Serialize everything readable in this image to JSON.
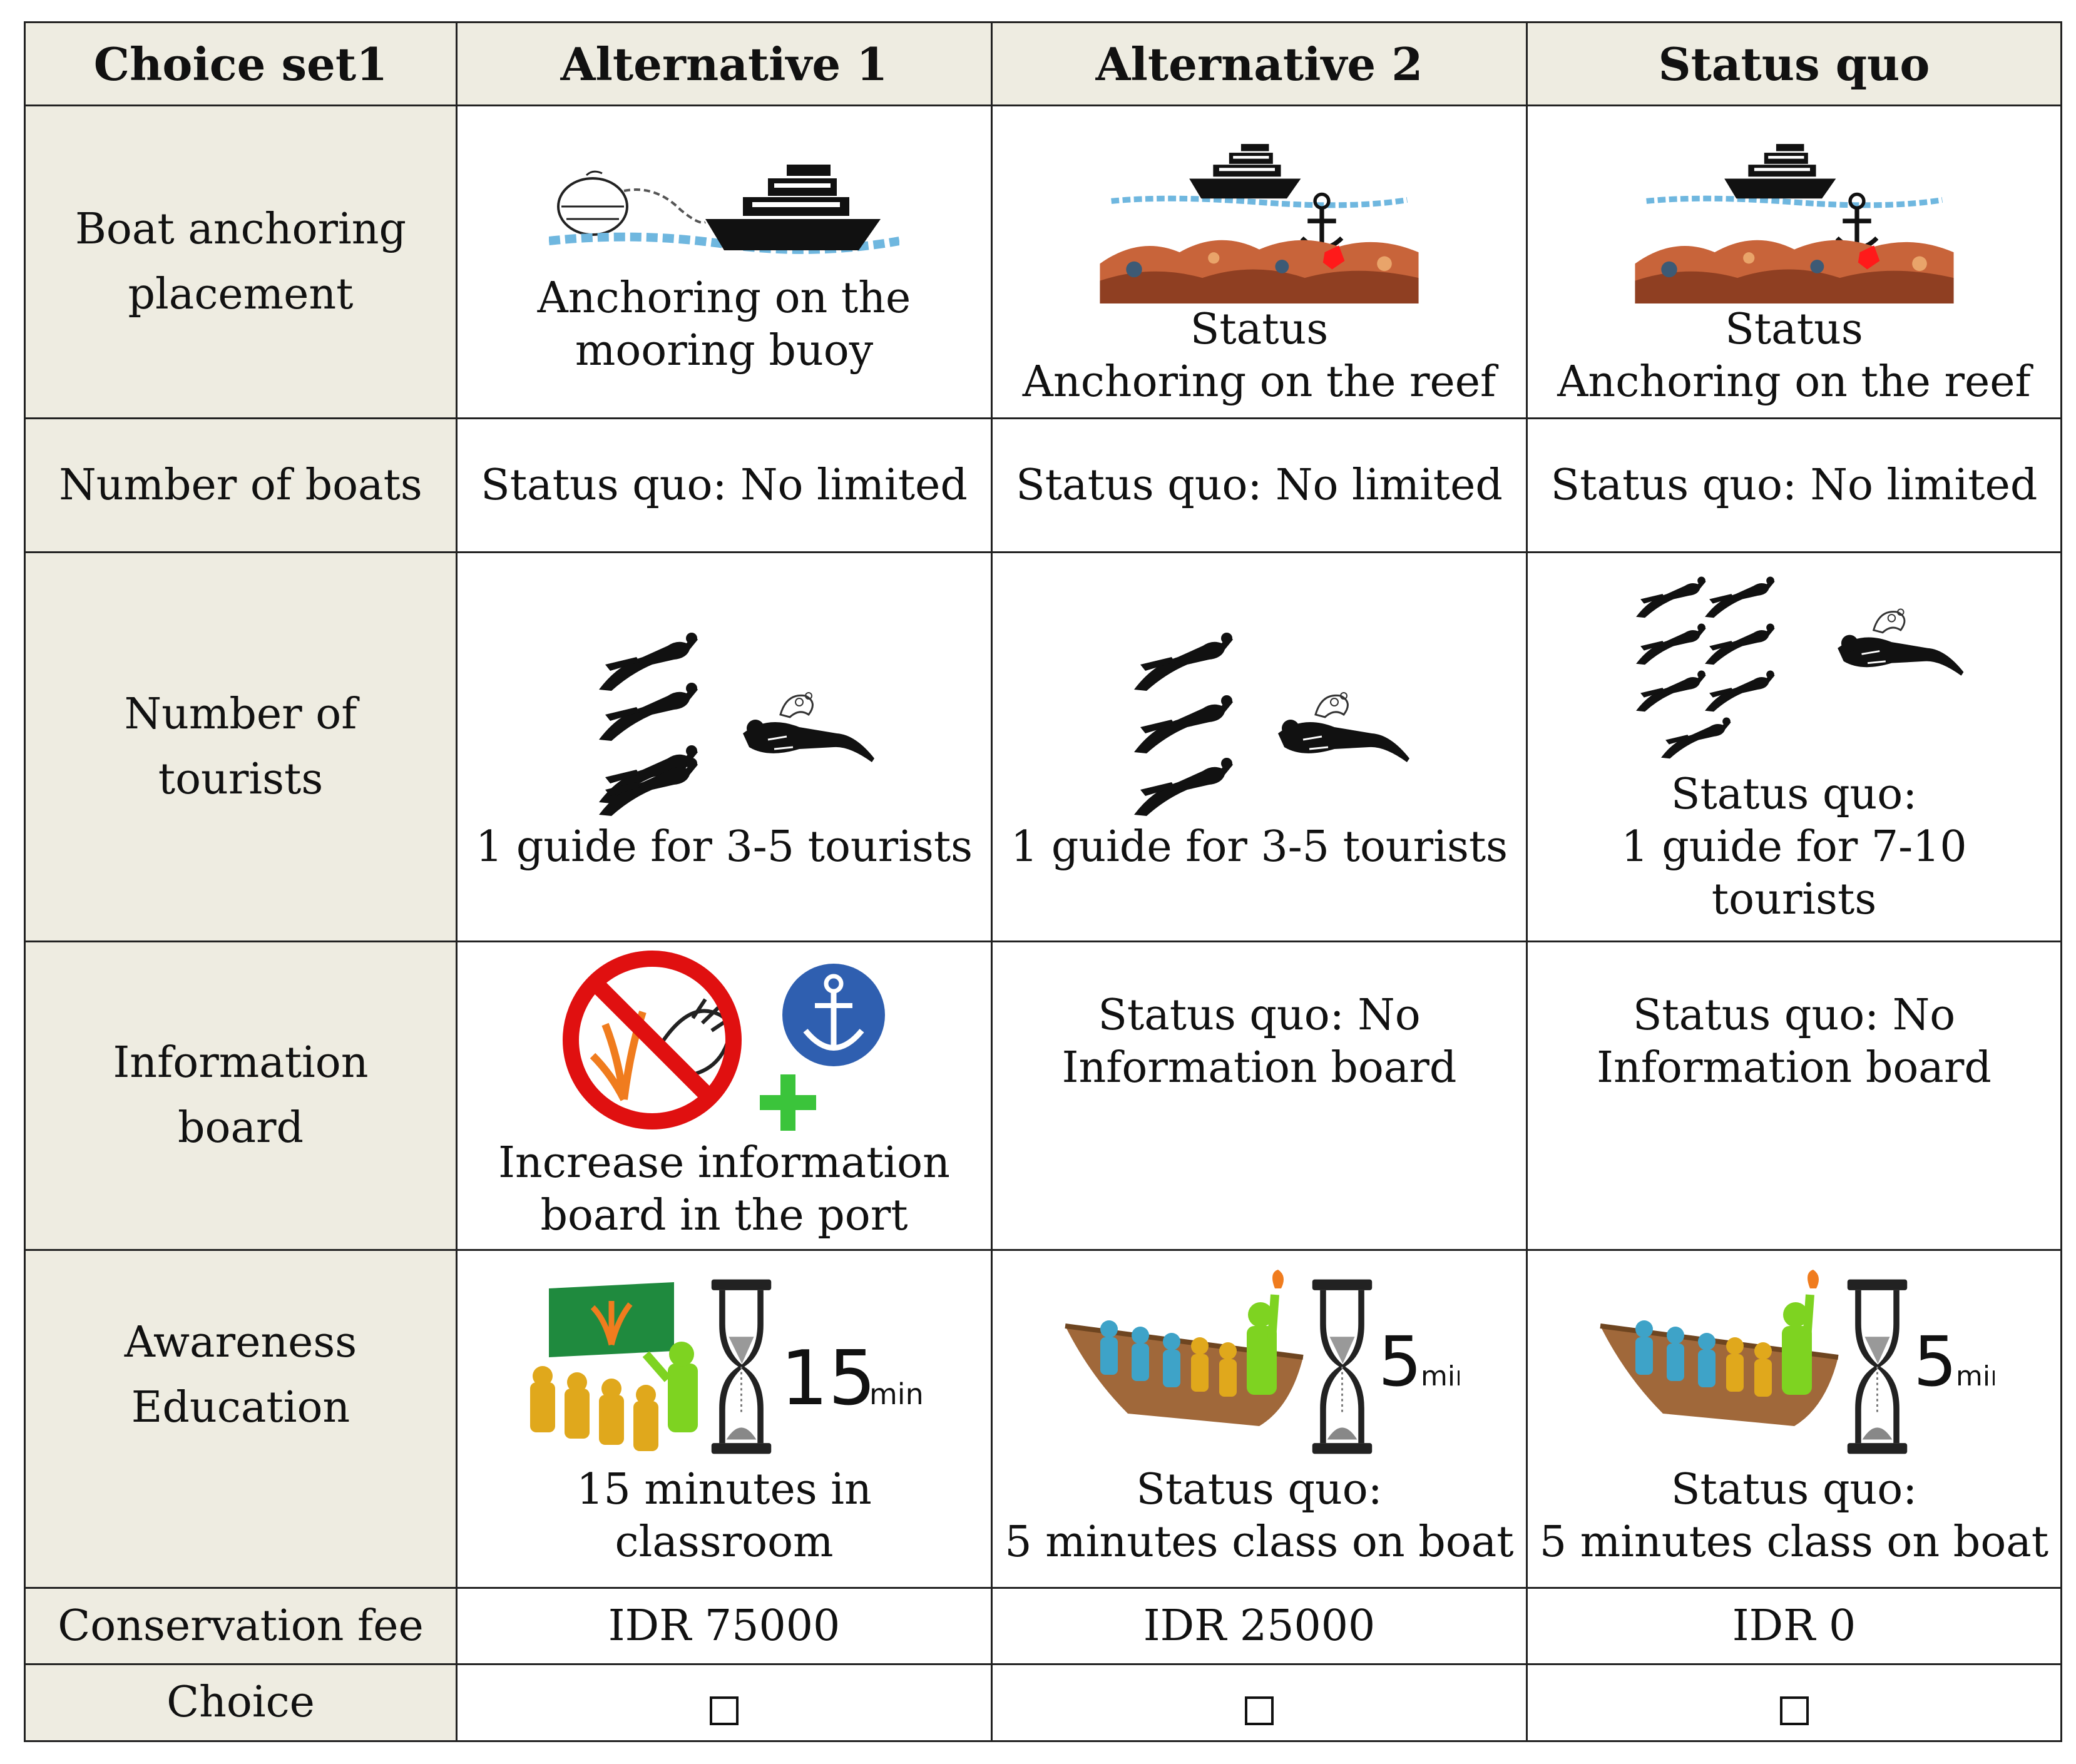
{
  "table": {
    "headers": [
      "Choice set1",
      "Alternative 1",
      "Alternative 2",
      "Status quo"
    ],
    "rows": {
      "anchoring": {
        "label": "Boat anchoring\nplacement",
        "alt1": "Anchoring on the\nmooring buoy",
        "alt2": "Status\nAnchoring on the reef",
        "sq": "Status\nAnchoring on the reef"
      },
      "boats": {
        "label": "Number of boats",
        "alt1": "Status quo: No limited",
        "alt2": "Status quo: No limited",
        "sq": "Status quo: No limited"
      },
      "tourists": {
        "label": "Number of\ntourists",
        "alt1": "1 guide for 3-5 tourists",
        "alt2": "1 guide for 3-5 tourists",
        "sq": "Status quo:\n1 guide for 7-10\ntourists"
      },
      "board": {
        "label": "Information\nboard",
        "alt1": "Increase information\nboard in the port",
        "alt2": "Status quo: No\nInformation board",
        "sq": "Status quo: No\nInformation board"
      },
      "education": {
        "label": "Awareness\nEducation",
        "alt1": "15 minutes in\nclassroom",
        "alt2": "Status quo:\n5 minutes class on boat",
        "sq": "Status quo:\n5 minutes class on boat",
        "alt1_minutes": "15",
        "alt2_minutes": "5",
        "sq_minutes": "5",
        "min_unit": "min"
      },
      "fee": {
        "label": "Conservation fee",
        "alt1": "IDR 75000",
        "alt2": "IDR 25000",
        "sq": "IDR 0"
      },
      "choice": {
        "label": "Choice"
      }
    }
  },
  "icons": {
    "anchoring_alt1": "boat-moored-to-buoy-icon",
    "anchoring_reef": "boat-anchored-on-reef-icon",
    "tourists_alt": "three-divers-and-guide-icon",
    "tourists_sq": "seven-divers-and-guide-icon",
    "board_alt1": "no-touch-coral-sign-plus-anchor-icon",
    "education_alt1": "classroom-hourglass-icon",
    "education_boat": "boat-class-hourglass-icon"
  },
  "colors": {
    "label_bg": "#eeece1",
    "border": "#222222",
    "prohibit_red": "#e01010",
    "anchor_blue": "#2f5fb0",
    "plus_green": "#3bc43b",
    "board_green": "#1f8a3e",
    "person_green": "#7ed321",
    "reef_orange": "#c8643a"
  }
}
